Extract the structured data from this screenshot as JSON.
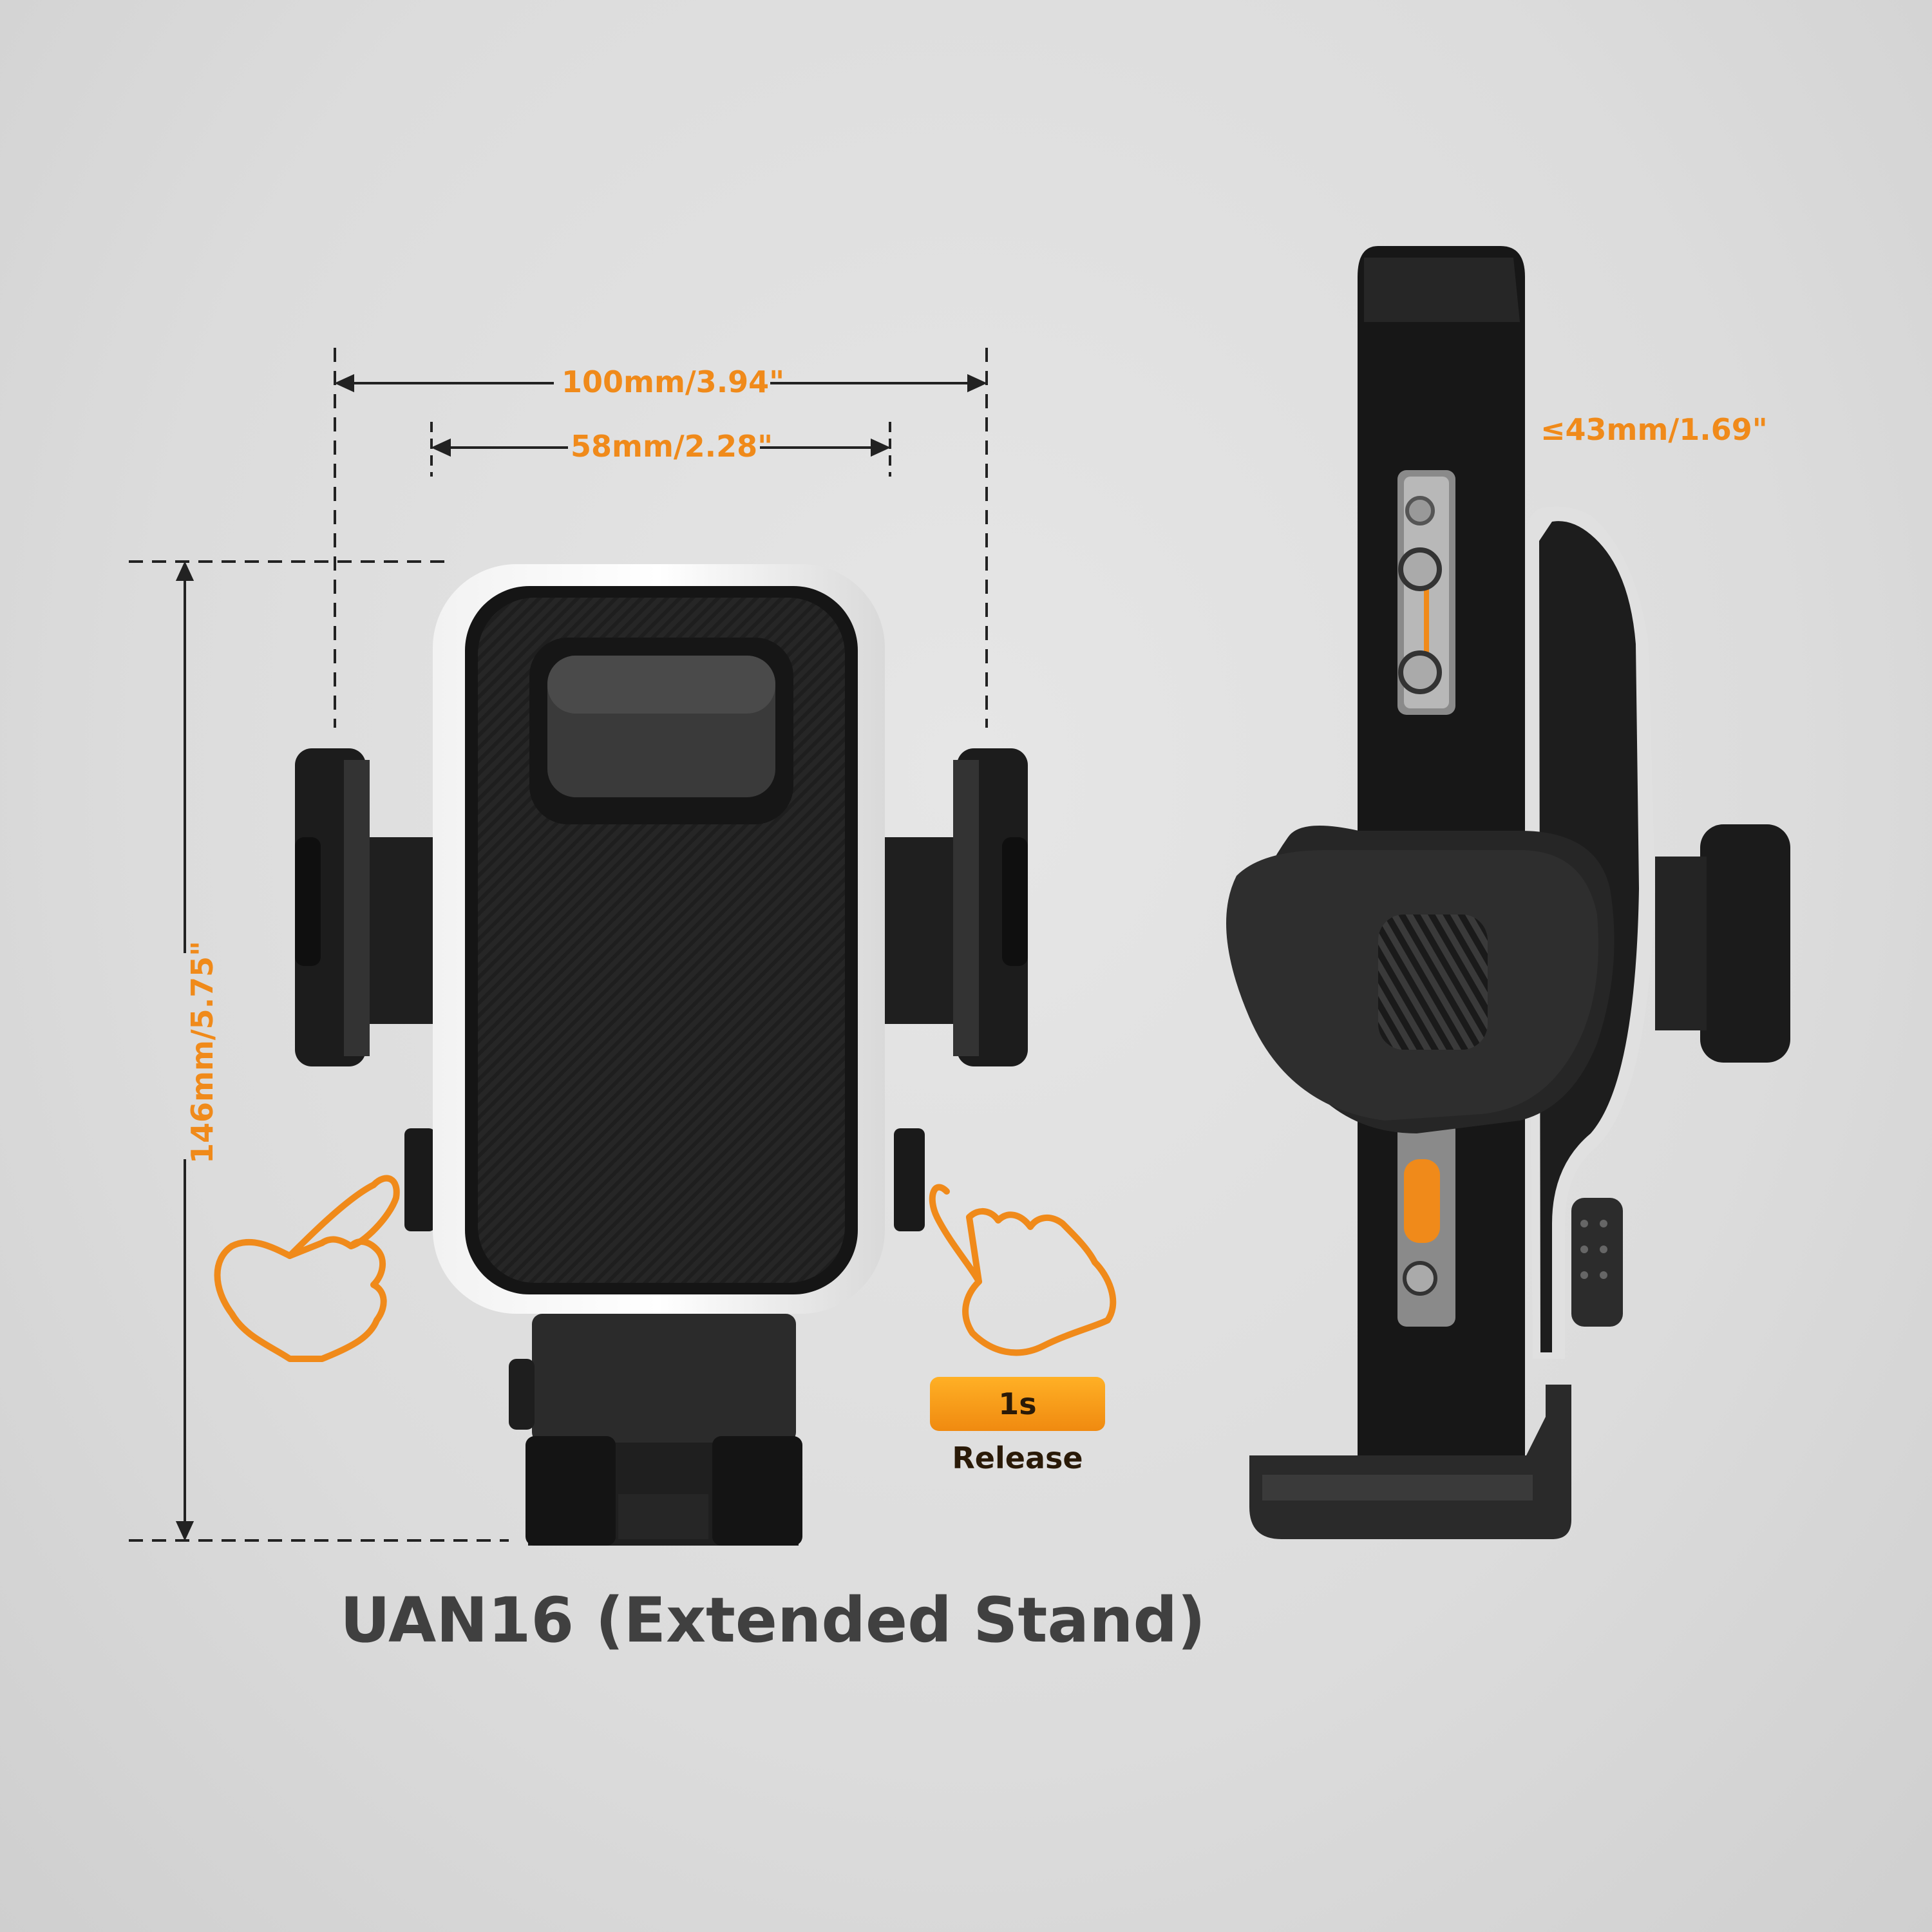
{
  "dimensions": {
    "width_outer": "100mm/3.94\"",
    "width_inner": "58mm/2.28\"",
    "height": "146mm/5.75\"",
    "depth": "≤43mm/1.69\""
  },
  "badge": {
    "label": "1s Release"
  },
  "title": "UAN16 (Extended Stand)",
  "colors": {
    "accent": "#f08a1a",
    "dark": "#222222",
    "text": "#404040"
  }
}
